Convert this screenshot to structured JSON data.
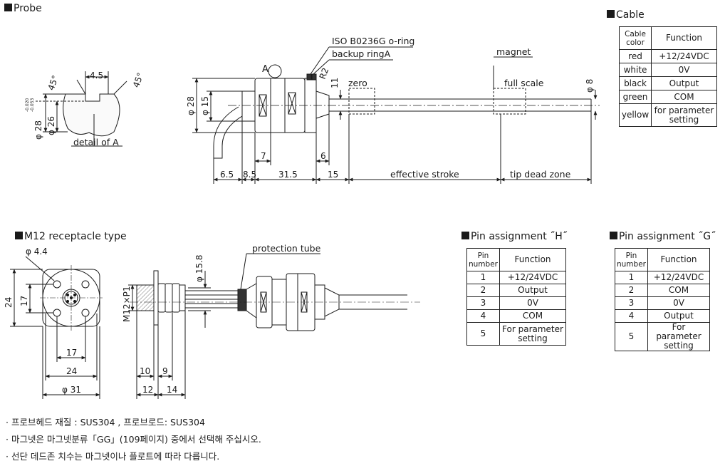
{
  "probe": {
    "title": "Probe",
    "detail": {
      "angle_left": "45°",
      "angle_right": "45°",
      "width": "4.5",
      "od": "φ 28",
      "od_tol_upper": "-0.020",
      "od_tol_lower": "-0.053",
      "id": "φ 26",
      "caption": "detail of A"
    },
    "labels": {
      "a": "A",
      "r2": "R2",
      "oring": "ISO B0236G o-ring",
      "backup": "backup ringA",
      "magnet": "magnet",
      "zero": "zero",
      "full_scale": "full scale"
    },
    "dims": {
      "d28": "φ 28",
      "d15": "φ 15",
      "d8": "φ 8",
      "h11": "11",
      "w7": "7",
      "w6": "6",
      "w6_5": "6.5",
      "w8_5": "8.5",
      "w31_5": "31.5",
      "w15": "15",
      "effective_stroke": "effective stroke",
      "tip_dead_zone": "tip dead zone"
    }
  },
  "cable": {
    "title": "Cable",
    "headers": [
      "Cable color",
      "Function"
    ],
    "rows": [
      [
        "red",
        "+12/24VDC"
      ],
      [
        "white",
        "0V"
      ],
      [
        "black",
        "Output"
      ],
      [
        "green",
        "COM"
      ],
      [
        "yellow",
        "for parameter setting"
      ]
    ]
  },
  "m12": {
    "title": "M12 receptacle type",
    "labels": {
      "hole": "φ 4.4",
      "h24": "24",
      "h17": "17",
      "w17": "17",
      "w24": "24",
      "w31": "φ 31",
      "thread": "M12×P1",
      "w10": "10",
      "w9": "9",
      "w12": "12",
      "w14": "14",
      "d15_8": "φ 15.8",
      "protection_tube": "protection tube"
    }
  },
  "pin_h": {
    "title": "Pin assignment ˝H˝",
    "headers": [
      "Pin number",
      "Function"
    ],
    "rows": [
      [
        "1",
        "+12/24VDC"
      ],
      [
        "2",
        "Output"
      ],
      [
        "3",
        "0V"
      ],
      [
        "4",
        "COM"
      ],
      [
        "5",
        "For parameter setting"
      ]
    ]
  },
  "pin_g": {
    "title": "Pin assignment ˝G˝",
    "headers": [
      "Pin number",
      "Function"
    ],
    "rows": [
      [
        "1",
        "+12/24VDC"
      ],
      [
        "2",
        "COM"
      ],
      [
        "3",
        "0V"
      ],
      [
        "4",
        "Output"
      ],
      [
        "5",
        "For parameter setting"
      ]
    ]
  },
  "notes": [
    "· 프로브헤드 재질 : SUS304 , 프로브로드: SUS304",
    "· 마그넷은 마그넷분류「GG」(109페이지) 중에서 선택해 주십시오.",
    "· 선단 데드존 치수는 마그넷이나 플로트에 따라 다릅니다."
  ]
}
